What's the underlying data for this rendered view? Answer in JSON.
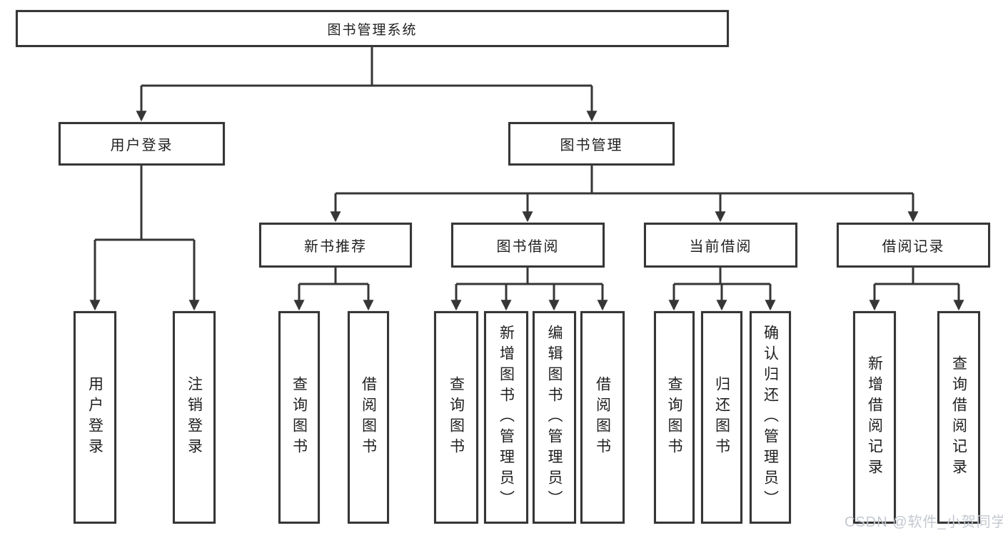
{
  "diagram_type": "hierarchy-tree",
  "colors": {
    "line": "#363636",
    "text": "#1f1f1f",
    "background": "#ffffff",
    "watermark": "#c4c9d0"
  },
  "watermark": {
    "text": "CSDN @软件_小贺同学"
  },
  "tree": {
    "root": {
      "label": "图书管理系统"
    },
    "children": [
      {
        "label": "用户登录",
        "children": [
          {
            "label": "用户登录"
          },
          {
            "label": "注销登录"
          }
        ]
      },
      {
        "label": "图书管理",
        "children": [
          {
            "label": "新书推荐",
            "children": [
              {
                "label": "查询图书"
              },
              {
                "label": "借阅图书"
              }
            ]
          },
          {
            "label": "图书借阅",
            "children": [
              {
                "label": "查询图书"
              },
              {
                "label": "新增图书（管理员）"
              },
              {
                "label": "编辑图书（管理员）"
              },
              {
                "label": "借阅图书"
              }
            ]
          },
          {
            "label": "当前借阅",
            "children": [
              {
                "label": "查询图书"
              },
              {
                "label": "归还图书"
              },
              {
                "label": "确认归还（管理员）"
              }
            ]
          },
          {
            "label": "借阅记录",
            "children": [
              {
                "label": "新增借阅记录"
              },
              {
                "label": "查询借阅记录"
              }
            ]
          }
        ]
      }
    ]
  }
}
